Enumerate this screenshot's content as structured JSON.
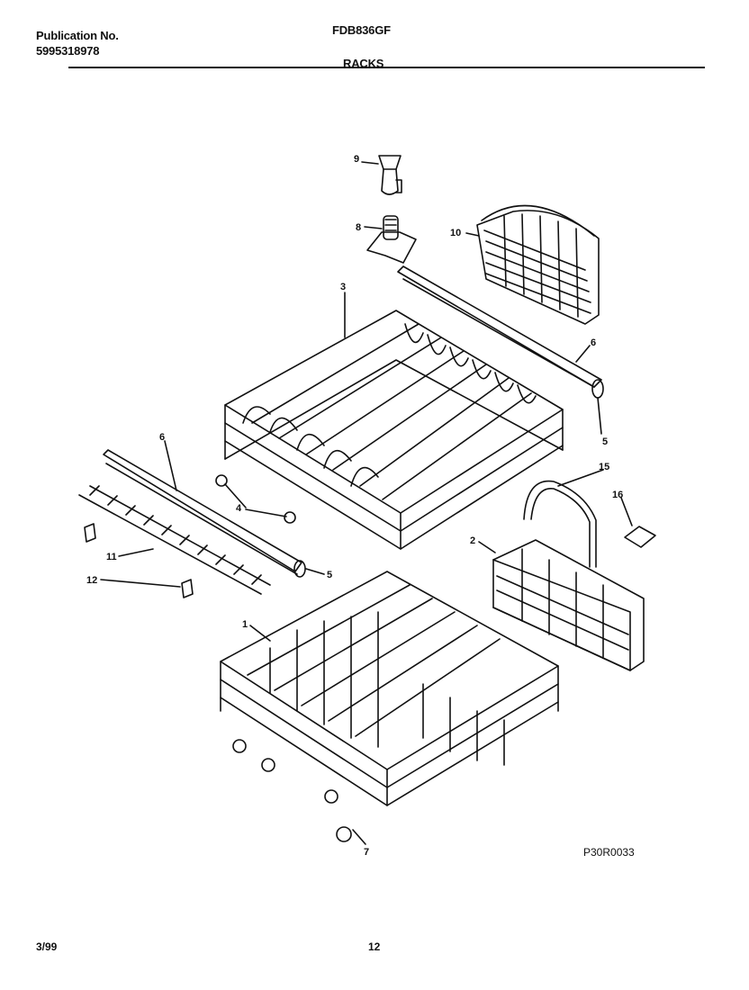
{
  "header": {
    "publication_label": "Publication No.",
    "publication_number": "5995318978",
    "model": "FDB836GF",
    "section": "RACKS"
  },
  "diagram": {
    "code": "P30R0033",
    "callouts": [
      "1",
      "2",
      "3",
      "4",
      "5",
      "5",
      "6",
      "6",
      "7",
      "8",
      "9",
      "10",
      "11",
      "12",
      "15",
      "16"
    ]
  },
  "footer": {
    "date": "3/99",
    "page": "12"
  }
}
